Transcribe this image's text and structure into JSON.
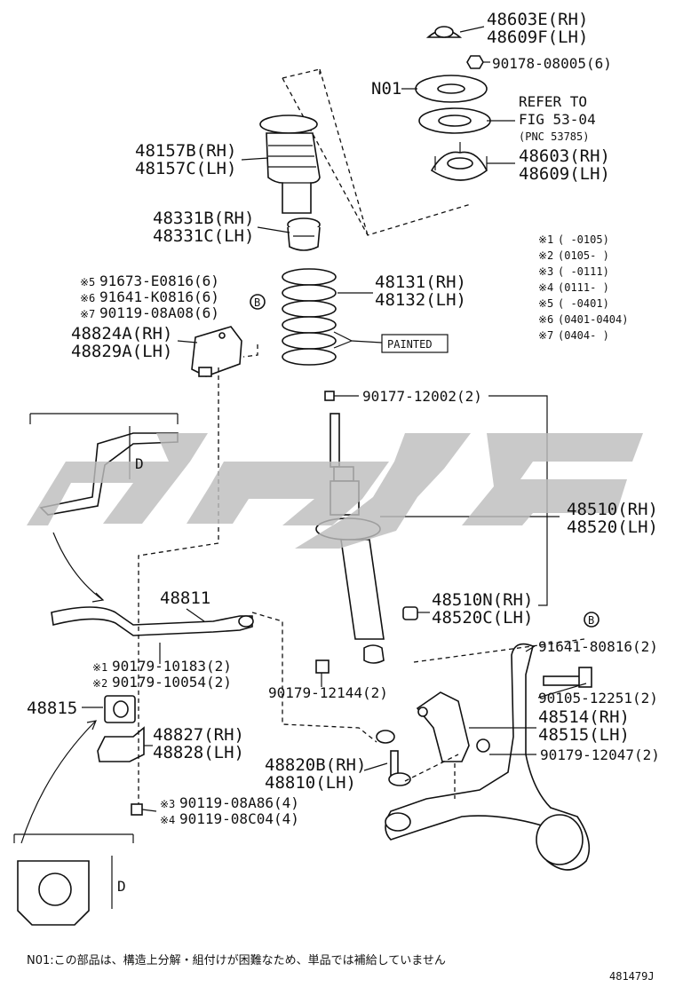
{
  "labels": {
    "p48603E": "48603E(RH)",
    "p48609F": "48609F(LH)",
    "p90178": "90178-08005(6)",
    "n01": "N01",
    "refer1": "REFER TO",
    "refer2": "FIG 53-04",
    "refer3": "(PNC 53785)",
    "p48603": "48603(RH)",
    "p48609": "48609(LH)",
    "p48157B": "48157B(RH)",
    "p48157C": "48157C(LH)",
    "p48331B": "48331B(RH)",
    "p48331C": "48331C(LH)",
    "p91673": "91673-E0816(6)",
    "p91641k": "91641-K0816(6)",
    "p90119a08": "90119-08A08(6)",
    "p48131": "48131(RH)",
    "p48132": "48132(LH)",
    "p48824A": "48824A(RH)",
    "p48829A": "48829A(LH)",
    "painted": "PAINTED",
    "p90177": "90177-12002(2)",
    "p48510": "48510(RH)",
    "p48520": "48520(LH)",
    "p48811": "48811",
    "p48510N": "48510N(RH)",
    "p48520C": "48520C(LH)",
    "p91641_8": "91641-80816(2)",
    "p90179_10183": "90179-10183(2)",
    "p90179_10054": "90179-10054(2)",
    "p90179_12144": "90179-12144(2)",
    "p90105": "90105-12251(2)",
    "p48815": "48815",
    "p48514": "48514(RH)",
    "p48515": "48515(LH)",
    "p48827": "48827(RH)",
    "p48828": "48828(LH)",
    "p90179_12047": "90179-12047(2)",
    "p48820B": "48820B(RH)",
    "p48810": "48810(LH)",
    "p90119a86": "90119-08A86(4)",
    "p90119c04": "90119-08C04(4)",
    "mark1": "※1",
    "mark2": "※2",
    "mark3": "※3",
    "mark4": "※4",
    "mark5": "※5",
    "mark6": "※6",
    "mark7": "※7",
    "dim_d1": "D",
    "dim_d2": "D",
    "callout_b": "B",
    "note": "N01:この部品は、構造上分解・組付けが困難なため、単品では補給していません",
    "figure_no": "481479J"
  },
  "legend": [
    {
      "mark": "※1",
      "range": "(      -0105)"
    },
    {
      "mark": "※2",
      "range": "(0105-      )"
    },
    {
      "mark": "※3",
      "range": "(      -0111)"
    },
    {
      "mark": "※4",
      "range": "(0111-      )"
    },
    {
      "mark": "※5",
      "range": "(      -0401)"
    },
    {
      "mark": "※6",
      "range": "(0401-0404)"
    },
    {
      "mark": "※7",
      "range": "(0404-      )"
    }
  ]
}
